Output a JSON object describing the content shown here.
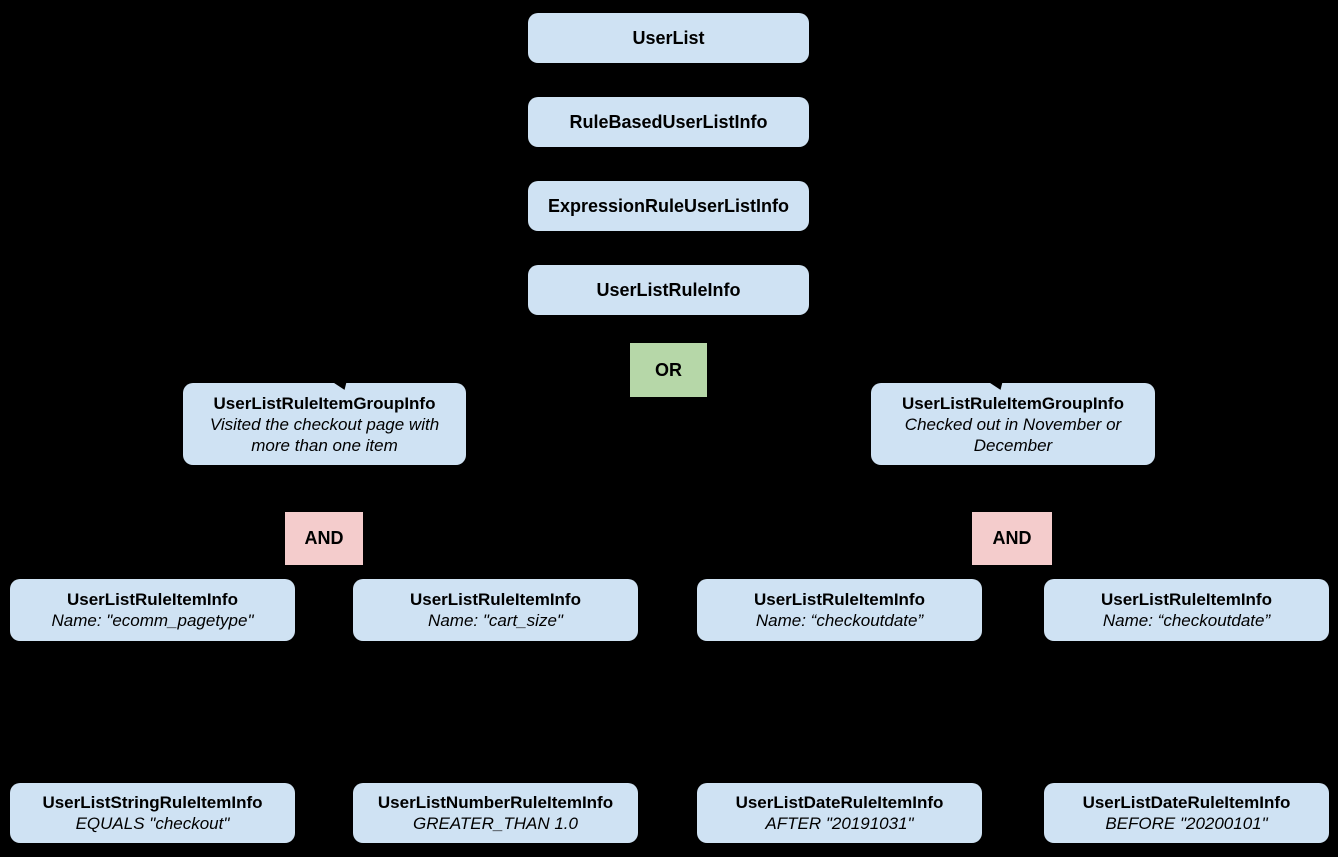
{
  "palette": {
    "background": "#000000",
    "node_fill": "#cfe2f3",
    "or_fill": "#b6d7a8",
    "and_fill": "#f4cccc",
    "text": "#000000"
  },
  "chain": [
    {
      "label": "UserList"
    },
    {
      "label": "RuleBasedUserListInfo"
    },
    {
      "label": "ExpressionRuleUserListInfo"
    },
    {
      "label": "UserListRuleInfo"
    }
  ],
  "operators": {
    "or_label": "OR",
    "and_left_label": "AND",
    "and_right_label": "AND"
  },
  "groups": [
    {
      "title": "UserListRuleItemGroupInfo",
      "description": "Visited the checkout page with more than one item"
    },
    {
      "title": "UserListRuleItemGroupInfo",
      "description": "Checked out in November or December"
    }
  ],
  "rule_items": [
    {
      "title": "UserListRuleItemInfo",
      "subtitle": "Name: \"ecomm_pagetype\""
    },
    {
      "title": "UserListRuleItemInfo",
      "subtitle": "Name: \"cart_size\""
    },
    {
      "title": "UserListRuleItemInfo",
      "subtitle": "Name: “checkoutdate”"
    },
    {
      "title": "UserListRuleItemInfo",
      "subtitle": "Name: “checkoutdate”"
    }
  ],
  "leaf_items": [
    {
      "title": "UserListStringRuleItemInfo",
      "subtitle": "EQUALS \"checkout\""
    },
    {
      "title": "UserListNumberRuleItemInfo",
      "subtitle": "GREATER_THAN 1.0"
    },
    {
      "title": "UserListDateRuleItemInfo",
      "subtitle": "AFTER \"20191031\""
    },
    {
      "title": "UserListDateRuleItemInfo",
      "subtitle": "BEFORE \"20200101\""
    }
  ]
}
